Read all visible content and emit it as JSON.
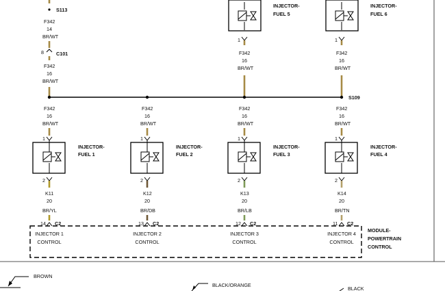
{
  "colors": {
    "wire_br_wt": "#a68a45",
    "wire_br_yl": "#b09a2a",
    "wire_br_db": "#6e5836",
    "wire_br_lb": "#7f9a58",
    "wire_br_tn": "#b4a06a",
    "ink": "#000000"
  },
  "splices": {
    "top": "S113",
    "bus": "S109"
  },
  "connector_c101": {
    "pin": "8",
    "name": "C101"
  },
  "top_segment": {
    "circuit": "F342",
    "gauge": "14",
    "color": "BR/WT"
  },
  "mid_segment": {
    "circuit": "F342",
    "gauge": "16",
    "color": "BR/WT"
  },
  "upper_injectors": [
    {
      "name_line1": "INJECTOR-",
      "name_line2": "FUEL 5",
      "pin": "1",
      "circuit": "F342",
      "gauge": "16",
      "color": "BR/WT"
    },
    {
      "name_line1": "INJECTOR-",
      "name_line2": "FUEL 6",
      "pin": "1",
      "circuit": "F342",
      "gauge": "16",
      "color": "BR/WT"
    }
  ],
  "lower_injectors": [
    {
      "name_line1": "INJECTOR-",
      "name_line2": "FUEL 1",
      "feed_circuit": "F342",
      "feed_gauge": "16",
      "feed_color": "BR/WT",
      "pin1": "1",
      "pin2": "2",
      "out_circuit": "K11",
      "out_gauge": "20",
      "out_color": "BR/YL",
      "pcm_pin": "14",
      "pcm_conn": "C2",
      "pcm_label1": "INJECTOR 1",
      "pcm_label2": "CONTROL"
    },
    {
      "name_line1": "INJECTOR-",
      "name_line2": "FUEL 2",
      "feed_circuit": "F342",
      "feed_gauge": "16",
      "feed_color": "BR/WT",
      "pin1": "1",
      "pin2": "2",
      "out_circuit": "K12",
      "out_gauge": "20",
      "out_color": "BR/DB",
      "pcm_pin": "13",
      "pcm_conn": "C2",
      "pcm_label1": "INJECTOR 2",
      "pcm_label2": "CONTROL"
    },
    {
      "name_line1": "INJECTOR-",
      "name_line2": "FUEL 3",
      "feed_circuit": "F342",
      "feed_gauge": "16",
      "feed_color": "BR/WT",
      "pin1": "1",
      "pin2": "2",
      "out_circuit": "K13",
      "out_gauge": "20",
      "out_color": "BR/LB",
      "pcm_pin": "12",
      "pcm_conn": "C2",
      "pcm_label1": "INJECTOR 3",
      "pcm_label2": "CONTROL"
    },
    {
      "name_line1": "INJECTOR-",
      "name_line2": "FUEL 4",
      "feed_circuit": "F342",
      "feed_gauge": "16",
      "feed_color": "BR/WT",
      "pin1": "1",
      "pin2": "2",
      "out_circuit": "K14",
      "out_gauge": "20",
      "out_color": "BR/TN",
      "pcm_pin": "11",
      "pcm_conn": "C2",
      "pcm_label1": "INJECTOR 4",
      "pcm_label2": "CONTROL"
    }
  ],
  "module": {
    "line1": "MODULE-",
    "line2": "POWERTRAIN",
    "line3": "CONTROL"
  },
  "legend": [
    {
      "label": "BROWN"
    },
    {
      "label": "BLACK/ORANGE"
    },
    {
      "label": "BLACK"
    }
  ]
}
